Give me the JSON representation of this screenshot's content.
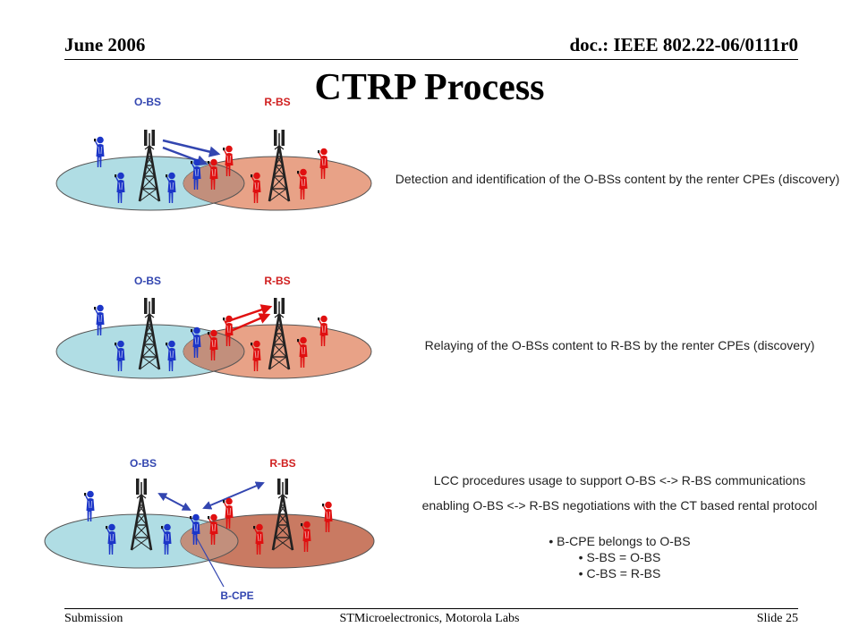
{
  "header": {
    "date": "June 2006",
    "doc": "doc.: IEEE 802.22-06/0111r0"
  },
  "title": "CTRP Process",
  "panels": [
    {
      "obs_label": "O-BS",
      "rbs_label": "R-BS",
      "description": [
        "Detection and identification of the O-BSs content by the renter CPEs (discovery)"
      ]
    },
    {
      "obs_label": "O-BS",
      "rbs_label": "R-BS",
      "description": [
        "Relaying of the O-BSs content to R-BS by the renter CPEs (discovery)"
      ]
    },
    {
      "obs_label": "O-BS",
      "rbs_label": "R-BS",
      "bcpe_label": "B-CPE",
      "description": [
        "LCC procedures usage to support O-BS <-> R-BS communications",
        "enabling O-BS <-> R-BS negotiations with the CT based rental protocol"
      ],
      "bullets": [
        "• B-CPE belongs to O-BS",
        "• S-BS = O-BS",
        "• C-BS = R-BS"
      ]
    }
  ],
  "footer": {
    "left": "Submission",
    "center": "STMicroelectronics,  Motorola Labs",
    "right": "Slide 25"
  },
  "colors": {
    "obs_cell": "#b0dde4",
    "rbs_cell": "#e8a287",
    "rbs_cell_dark": "#c97a62",
    "overlap": "#c28f7c",
    "blue_user": "#1c36c8",
    "red_user": "#e01010",
    "obs_text": "#3346b0",
    "rbs_text": "#d02020"
  }
}
